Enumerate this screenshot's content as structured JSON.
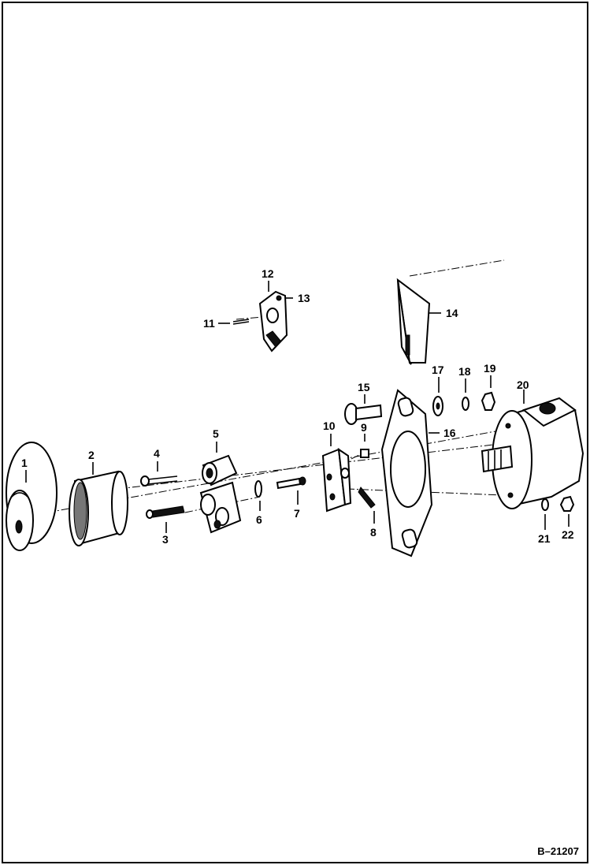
{
  "diagram": {
    "reference": "B–21207",
    "callouts": [
      {
        "id": "1",
        "text": "1"
      },
      {
        "id": "2",
        "text": "2"
      },
      {
        "id": "3",
        "text": "3"
      },
      {
        "id": "4",
        "text": "4"
      },
      {
        "id": "5",
        "text": "5"
      },
      {
        "id": "6",
        "text": "6"
      },
      {
        "id": "7",
        "text": "7"
      },
      {
        "id": "8",
        "text": "8"
      },
      {
        "id": "9",
        "text": "9"
      },
      {
        "id": "10",
        "text": "10"
      },
      {
        "id": "11",
        "text": "11"
      },
      {
        "id": "12",
        "text": "12"
      },
      {
        "id": "13",
        "text": "13"
      },
      {
        "id": "14",
        "text": "14"
      },
      {
        "id": "15",
        "text": "15"
      },
      {
        "id": "16",
        "text": "16"
      },
      {
        "id": "17",
        "text": "17"
      },
      {
        "id": "18",
        "text": "18"
      },
      {
        "id": "19",
        "text": "19"
      },
      {
        "id": "20",
        "text": "20"
      },
      {
        "id": "21",
        "text": "21"
      },
      {
        "id": "22",
        "text": "22"
      }
    ]
  }
}
